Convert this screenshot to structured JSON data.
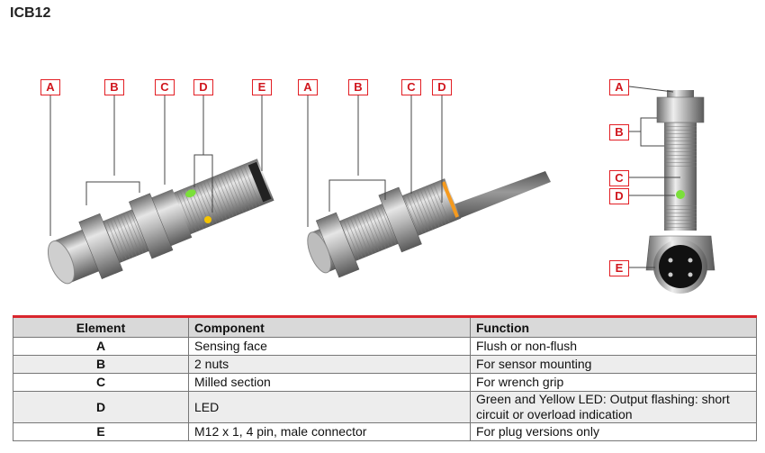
{
  "title": "ICB12",
  "letters": [
    "A",
    "B",
    "C",
    "D",
    "E"
  ],
  "table": {
    "headers": {
      "element": "Element",
      "component": "Component",
      "function": "Function"
    },
    "rows": [
      {
        "element": "A",
        "component": "Sensing face",
        "function": "Flush or non-flush"
      },
      {
        "element": "B",
        "component": "2 nuts",
        "function": "For sensor mounting"
      },
      {
        "element": "C",
        "component": "Milled section",
        "function": "For wrench grip"
      },
      {
        "element": "D",
        "component": "LED",
        "function": "Green and Yellow LED: Output flashing: short circuit or overload indication"
      },
      {
        "element": "E",
        "component": "M12 x 1, 4 pin, male connector",
        "function": "For plug versions only"
      }
    ]
  },
  "colors": {
    "accent": "#d9262d",
    "led_green": "#7be03a",
    "led_yellow": "#f5c400"
  }
}
